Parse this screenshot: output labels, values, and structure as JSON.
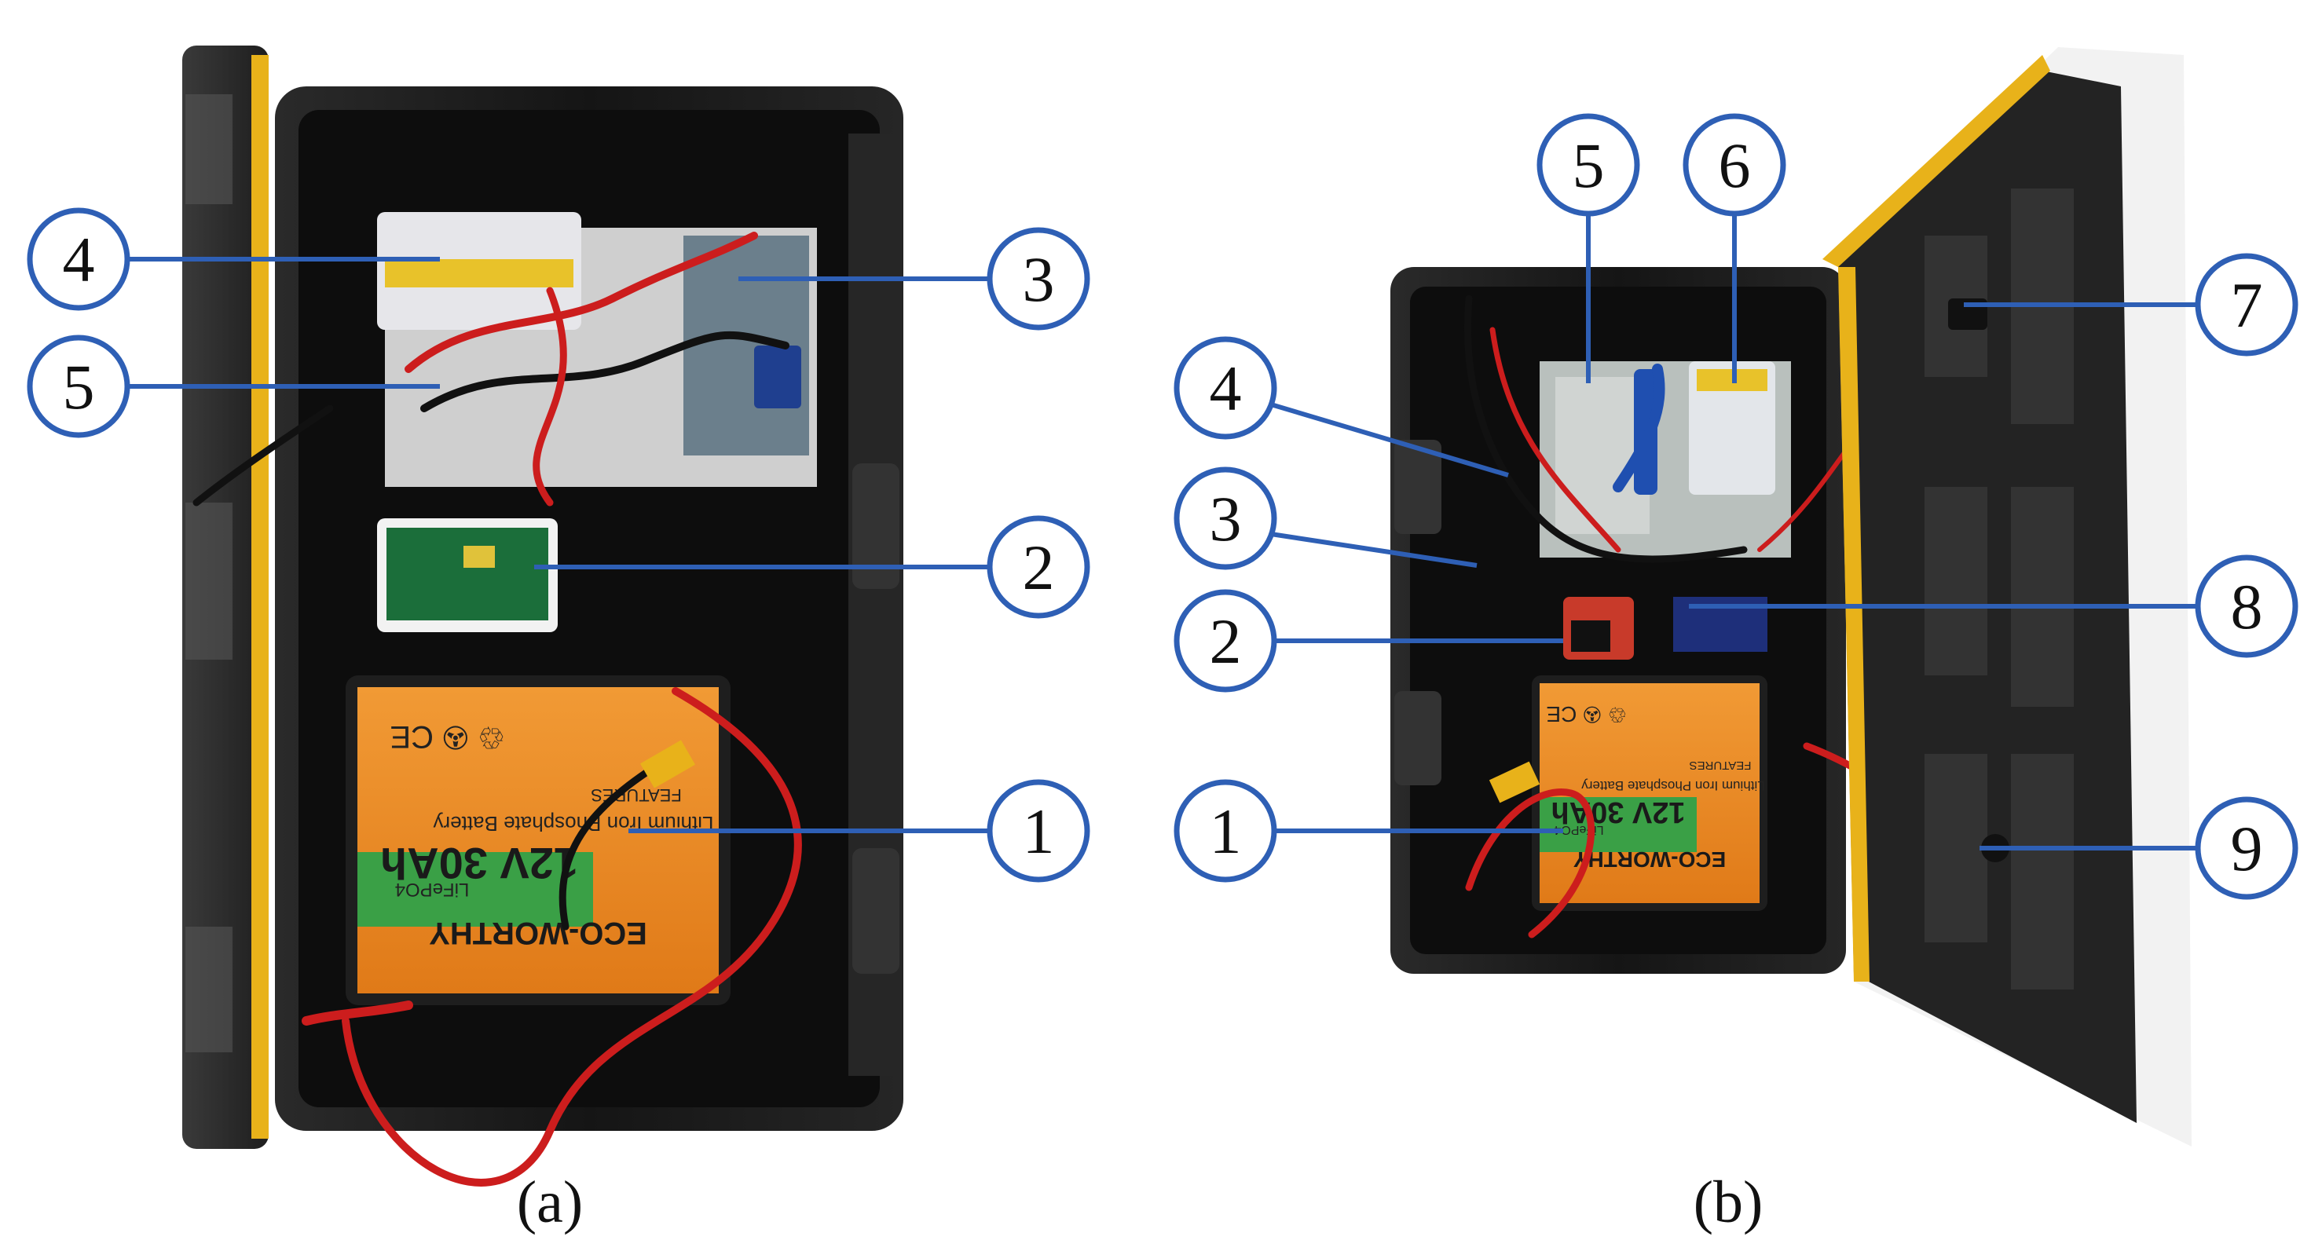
{
  "panel_a": {
    "caption": "(a)",
    "battery": {
      "brand": "ECO-WORTHY",
      "type": "LiFePO4",
      "rating": "12V 30Ah",
      "subtitle": "Lithium Iron Phosphate Battery",
      "features": "FEATURES",
      "marks": "♲ ✇ CE"
    },
    "callouts": [
      {
        "label": "1"
      },
      {
        "label": "2"
      },
      {
        "label": "3"
      },
      {
        "label": "4"
      },
      {
        "label": "5"
      }
    ]
  },
  "panel_b": {
    "caption": "(b)",
    "battery": {
      "brand": "ECO-WORTHY",
      "type": "LiFePO4",
      "rating": "12V 30Ah",
      "subtitle": "Lithium Iron Phosphate Battery",
      "features": "FEATURES",
      "marks": "♲ ✇ CE"
    },
    "callouts": [
      {
        "label": "1"
      },
      {
        "label": "2"
      },
      {
        "label": "3"
      },
      {
        "label": "4"
      },
      {
        "label": "5"
      },
      {
        "label": "6"
      },
      {
        "label": "7"
      },
      {
        "label": "8"
      },
      {
        "label": "9"
      }
    ]
  },
  "colors": {
    "callout_stroke": "#2e5fb5",
    "callout_fill": "#ffffff",
    "case_black": "#1c1c1c",
    "case_yellow": "#e8b21a",
    "battery_orange": "#ee8a22",
    "battery_green": "#3aa046",
    "wire_red": "#cc1d1d"
  }
}
